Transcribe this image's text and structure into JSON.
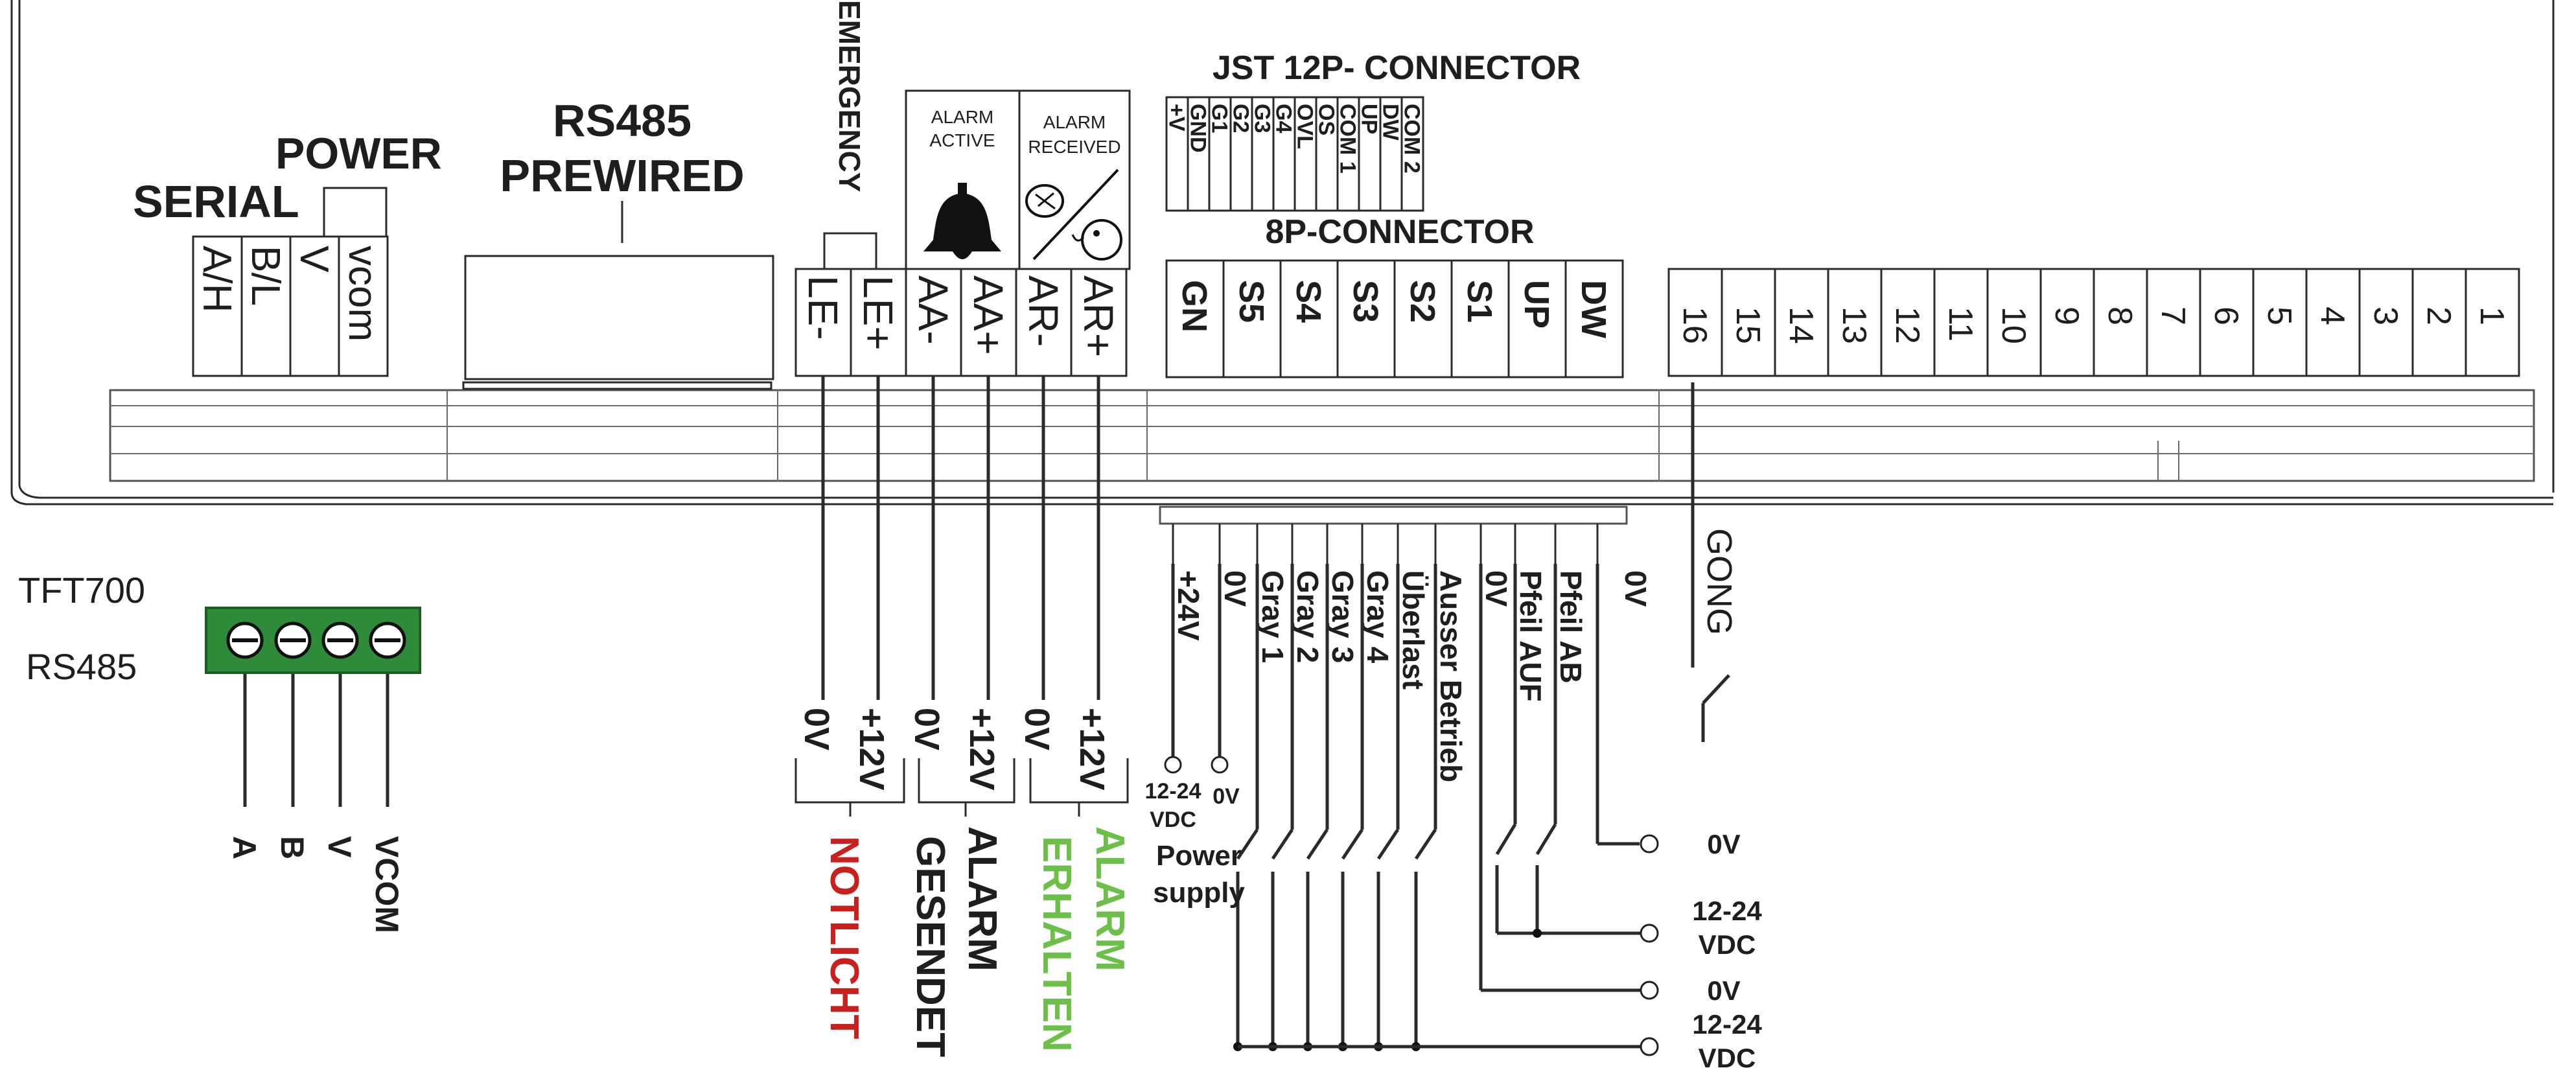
{
  "colors": {
    "red": "#c8201e",
    "green": "#6cc04a",
    "board": "#2e8b3a",
    "ink": "#1e1e1e"
  },
  "labels": {
    "serial": "SERIAL",
    "power": "POWER",
    "rs485_line1": "RS485",
    "rs485_line2": "PREWIRED",
    "emergency": "EMERGENCY",
    "alarm_active_1": "ALARM",
    "alarm_active_2": "ACTIVE",
    "alarm_received_1": "ALARM",
    "alarm_received_2": "RECEIVED",
    "jst": "JST 12P- CONNECTOR",
    "conn8": "8P-CONNECTOR",
    "tft700": "TFT700",
    "rs485_left": "RS485",
    "gong": "GONG"
  },
  "serial_terminals": [
    "A/H",
    "B/L",
    "V",
    "vcom"
  ],
  "alarm_terminals": [
    "LE-",
    "LE+",
    "AA-",
    "AA+",
    "AR-",
    "AR+"
  ],
  "jst_pins": [
    "+V",
    "GND",
    "G1",
    "G2",
    "G3",
    "G4",
    "OVL",
    "OS",
    "COM 1",
    "UP",
    "DW",
    "COM 2"
  ],
  "conn8_pins": [
    "GN",
    "S5",
    "S4",
    "S3",
    "S2",
    "S1",
    "UP",
    "DW"
  ],
  "numbered_terminals": [
    "16",
    "15",
    "14",
    "13",
    "12",
    "11",
    "10",
    "9",
    "8",
    "7",
    "6",
    "5",
    "4",
    "3",
    "2",
    "1"
  ],
  "tft_wires": [
    "A",
    "B",
    "V",
    "VCOM"
  ],
  "alarm_wire_labels": [
    "0V",
    "+12V",
    "0V",
    "+12V",
    "0V",
    "+12V"
  ],
  "output_names": {
    "notlicht": "NOTLICHT",
    "alarm_gesendet_1": "ALARM",
    "alarm_gesendet_2": "GESENDET",
    "alarm_erhalten_1": "ALARM",
    "alarm_erhalten_2": "ERHALTEN"
  },
  "input_wires": [
    "+24V",
    "0V",
    "Gray 1",
    "Gray 2",
    "Gray 3",
    "Gray 4",
    "Überlast",
    "Ausser Betrieb",
    "0V",
    "Pfeil AUF",
    "Pfeil AB",
    "0V"
  ],
  "power_supply": {
    "v_line1": "12-24",
    "v_line2": "VDC",
    "zero": "0V",
    "label_1": "Power",
    "label_2": "supply"
  },
  "right_terminals": [
    {
      "line1": "0V",
      "line2": ""
    },
    {
      "line1": "12-24",
      "line2": "VDC"
    },
    {
      "line1": "0V",
      "line2": ""
    },
    {
      "line1": "12-24",
      "line2": "VDC"
    }
  ]
}
